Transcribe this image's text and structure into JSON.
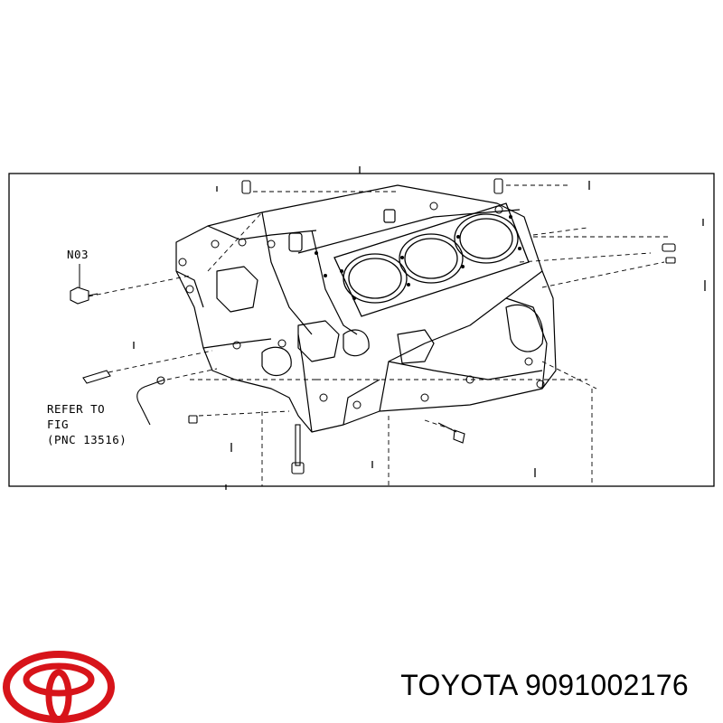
{
  "callouts": {
    "n03": "N03",
    "refer_line1": "REFER TO",
    "refer_line2": "FIG",
    "refer_line3": "(PNC 13516)"
  },
  "footer": {
    "brand_part_number": "TOYOTA 9091002176"
  },
  "brand": {
    "logo_color": "#d7141a",
    "logo_icon": "toyota-logo-icon"
  }
}
